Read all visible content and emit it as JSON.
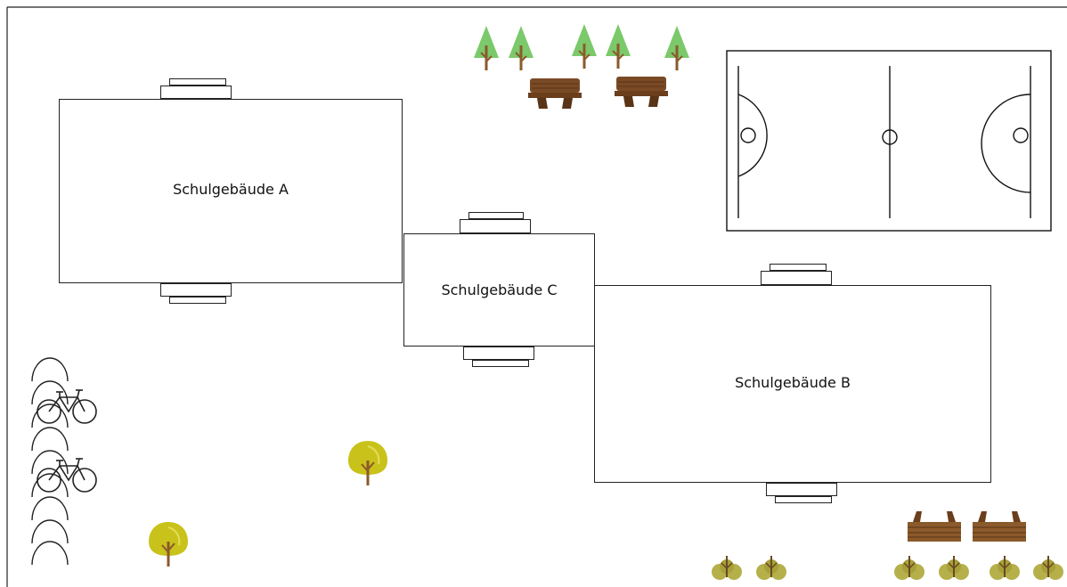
{
  "buildings": {
    "a": {
      "label": "Schulgebäude A"
    },
    "b": {
      "label": "Schulgebäude B"
    },
    "c": {
      "label": "Schulgebäude C"
    }
  },
  "icons": [
    "pine-tree-icon",
    "bench-icon",
    "deciduous-tree-icon",
    "shrub-icon",
    "bicycle-icon",
    "bike-rack-arch-icon",
    "basketball-court-icon"
  ],
  "colors": {
    "pine": "#7bc96a",
    "trunk": "#8b5a2b",
    "deciduous": "#c8c21a",
    "shrub": "#b5b04a",
    "bench": "#7a4a25"
  }
}
